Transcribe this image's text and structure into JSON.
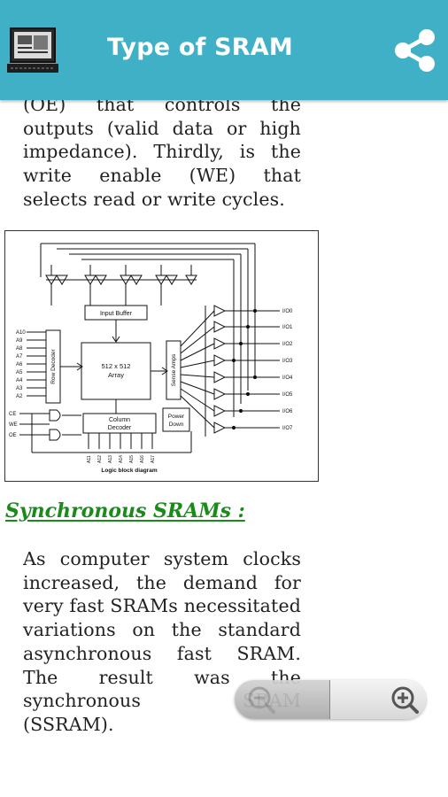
{
  "app_bar": {
    "title": "Type of SRAM",
    "app_icon": "computer-chip-icon",
    "share_icon": "share-icon",
    "background_color": "#3fb0c6"
  },
  "article": {
    "intro_paragraph": "(OE) that controls the outputs (valid data or high impedance). Thirdly, is the write enable (WE) that selects read or write cycles.",
    "figure": {
      "input_buffer": "Input Buffer",
      "row_decoder": "Row Decoder",
      "array_line1": "512 x 512",
      "array_line2": "Array",
      "sense_amps": "Sense Amps",
      "column_decoder_line1": "Column",
      "column_decoder_line2": "Decoder",
      "power_down_line1": "Power",
      "power_down_line2": "Down",
      "caption": "Logic block diagram",
      "address_inputs": [
        "A10",
        "A9",
        "A8",
        "A7",
        "A6",
        "A5",
        "A4",
        "A3",
        "A2"
      ],
      "column_address_inputs": [
        "A11",
        "A12",
        "A13",
        "A14",
        "A15",
        "A16",
        "A17"
      ],
      "control_inputs": [
        "CE",
        "WE",
        "OE"
      ],
      "io_outputs": [
        "I/O0",
        "I/O1",
        "I/O2",
        "I/O3",
        "I/O4",
        "I/O5",
        "I/O6",
        "I/O7"
      ]
    },
    "section_heading": "Synchronous SRAMs :",
    "section_paragraph": "As computer system clocks increased, the demand for very fast SRAMs necessitated variations on the standard asynchronous fast SRAM. The result was the synchronous SRAM (SSRAM).",
    "heading_color": "#1a8a1a"
  },
  "zoom_controls": {
    "zoom_out_icon": "zoom-out-icon",
    "zoom_in_icon": "zoom-in-icon"
  }
}
